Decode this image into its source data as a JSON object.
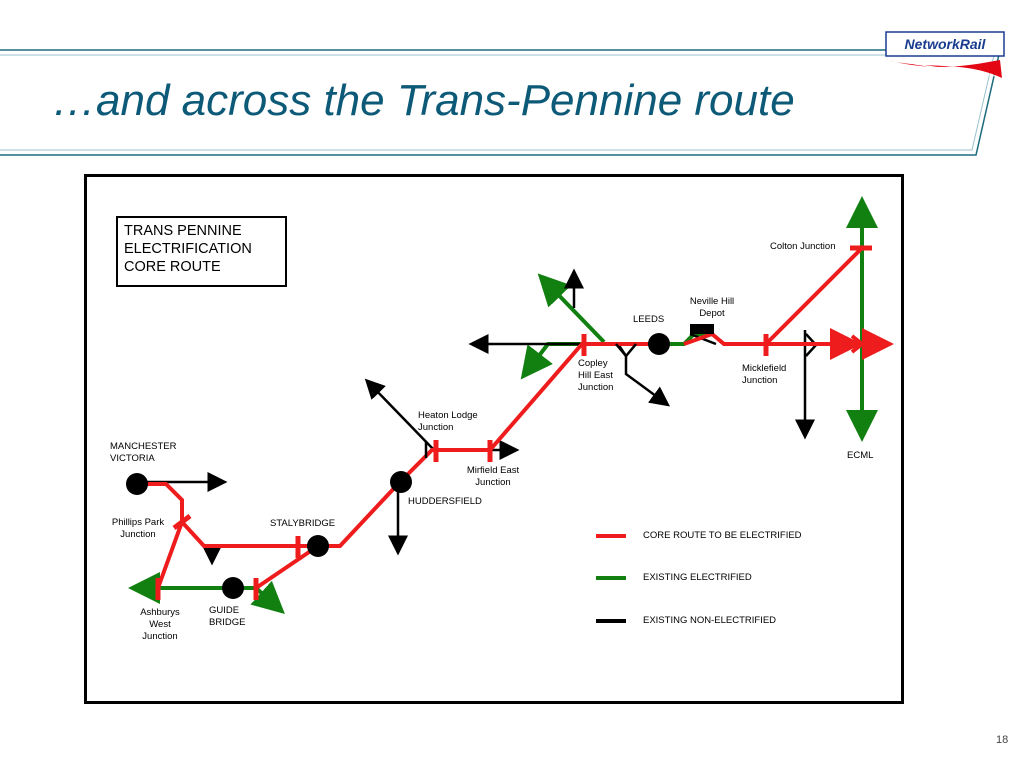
{
  "slide": {
    "title": "…and across the Trans-Pennine route",
    "page_number": "18"
  },
  "logo": {
    "text": "NetworkRail",
    "brand_color": "#1a3c8f",
    "accent_color": "#e30613"
  },
  "colors": {
    "header_accent": "#1b6b7d",
    "title_text": "#0d5a78",
    "core_route": "#ee1c1c",
    "existing_electrified": "#118011",
    "existing_non_electrified": "#000000"
  },
  "diagram": {
    "title_lines": [
      "TRANS PENNINE",
      "ELECTRIFICATION",
      "CORE ROUTE"
    ],
    "labels": {
      "colton_junction": "Colton Junction",
      "neville_hill_depot": [
        "Neville Hill",
        "Depot"
      ],
      "leeds": "LEEDS",
      "copley_hill_east_junction": [
        "Copley",
        "Hill East",
        "Junction"
      ],
      "micklefield_junction": [
        "Micklefield",
        "Junction"
      ],
      "heaton_lodge_junction": [
        "Heaton Lodge",
        "Junction"
      ],
      "mirfield_east_junction": [
        "Mirfield East",
        "Junction"
      ],
      "huddersfield": "HUDDERSFIELD",
      "ecml": "ECML",
      "manchester_victoria": [
        "MANCHESTER",
        "VICTORIA"
      ],
      "phillips_park_junction": [
        "Phillips Park",
        "Junction"
      ],
      "stalybridge": "STALYBRIDGE",
      "ashburys_west_junction": [
        "Ashburys",
        "West",
        "Junction"
      ],
      "guide_bridge": [
        "GUIDE",
        "BRIDGE"
      ]
    },
    "legend": [
      {
        "key": "core_route",
        "label": "CORE ROUTE TO BE ELECTRIFIED"
      },
      {
        "key": "existing_electrified",
        "label": "EXISTING ELECTRIFIED"
      },
      {
        "key": "existing_non_electrified",
        "label": "EXISTING NON-ELECTRIFIED"
      }
    ]
  }
}
